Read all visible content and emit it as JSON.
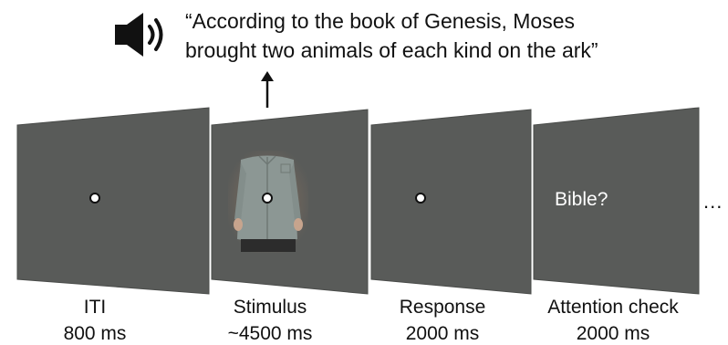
{
  "stimulus_text": {
    "line1": "“According to the book of Genesis, Moses",
    "line2": "brought two animals of each kind on the ark”"
  },
  "icons": {
    "speaker": "speaker-icon",
    "arrow": "arrow-up-icon",
    "fixation": "fixation-dot-icon"
  },
  "colors": {
    "screen": "#595b59",
    "screen_edge": "#4a4c4a",
    "fixation_fill": "#ffffff",
    "fixation_ring": "#111111",
    "shirt": "#8c9794"
  },
  "screens": [
    {
      "id": "iti",
      "label": "ITI",
      "duration": "800 ms",
      "content": "fixation"
    },
    {
      "id": "stimulus",
      "label": "Stimulus",
      "duration": "~4500 ms",
      "content": "person-image+fixation"
    },
    {
      "id": "response",
      "label": "Response",
      "duration": "2000 ms",
      "content": "fixation"
    },
    {
      "id": "attention",
      "label": "Attention check",
      "duration": "2000 ms",
      "content": "text",
      "screen_text": "Bible?"
    }
  ],
  "continuation": "..."
}
